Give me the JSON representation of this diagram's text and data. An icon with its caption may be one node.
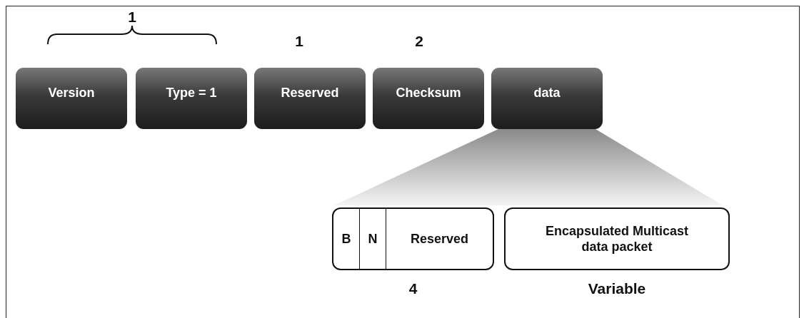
{
  "diagram": {
    "nodes": [
      {
        "text": [
          "Version"
        ]
      },
      {
        "text": [
          "Type = 1"
        ]
      },
      {
        "text": [
          "Reserved"
        ]
      },
      {
        "text": [
          "Checksum"
        ]
      },
      {
        "text": [
          "data"
        ]
      },
      {
        "text": [
          "B",
          "N",
          "Reserved"
        ],
        "beside": [
          "4"
        ]
      },
      {
        "text": [
          "Encapsulated Multicast data packet"
        ],
        "beside": [
          "Variable"
        ]
      }
    ],
    "labels": [
      "1",
      "1",
      "2"
    ]
  }
}
